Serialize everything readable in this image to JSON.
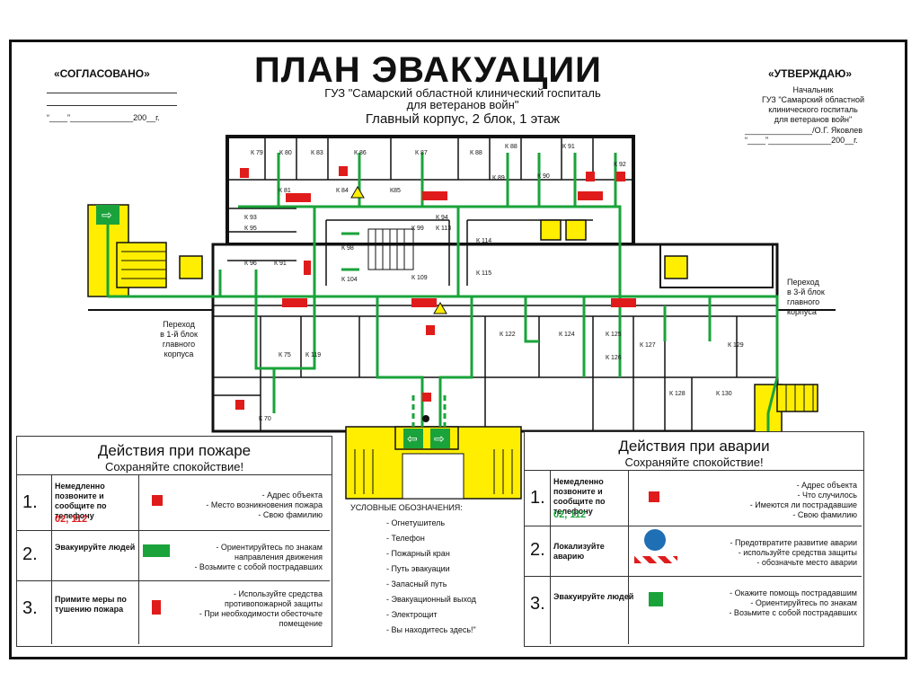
{
  "title": "ПЛАН ЭВАКУАЦИИ",
  "org_line1": "ГУЗ \"Самарский областной клинический госпиталь",
  "org_line2": "для ветеранов войн\"",
  "building_line": "Главный корпус, 2 блок, 1 этаж",
  "agreed": {
    "heading": "«СОГЛАСОВАНО»",
    "line3": "“____”______________200__г."
  },
  "approved": {
    "heading": "«УТВЕРЖДАЮ»",
    "role1": "Начальник",
    "role2": "ГУЗ \"Самарский областной",
    "role3": "клинического госпиталь",
    "role4": "для ветеранов войн\"",
    "sign": "_______________/О.Г. Яковлев",
    "date": "“____”______________200__г."
  },
  "transition_left": [
    "Переход",
    "в 1-й блок",
    "главного",
    "корпуса"
  ],
  "transition_right": [
    "Переход",
    "в 3-й блок",
    "главного",
    "корпуса"
  ],
  "rooms": [
    "К 79",
    "К 80",
    "К 83",
    "К 86",
    "К 87",
    "К 88",
    "К 89",
    "К 90",
    "К 91",
    "К 92",
    "К 81",
    "К 84",
    "К85",
    "К 93",
    "К 94",
    "К 95",
    "К 98",
    "К 99",
    "К 113",
    "К 114",
    "К 96",
    "К 91",
    "К 104",
    "К 109",
    "К 115",
    "К 75",
    "К 119",
    "К 122",
    "К 124",
    "К 125",
    "К 126",
    "К 127",
    "К 129",
    "К 128",
    "К 130",
    "К 70"
  ],
  "fire": {
    "heading": "Действия при пожаре",
    "subheading": "Сохраняйте спокойствие!",
    "steps": [
      {
        "num": "1.",
        "action": "Немедленно позвоните и сообщите по телефону",
        "phone": "02, 112",
        "details": [
          "- Адрес объекта",
          "- Место возникновения пожара",
          "- Свою фамилию"
        ]
      },
      {
        "num": "2.",
        "action": "Эвакуируйте людей",
        "details": [
          "- Ориентируйтесь по знакам",
          "направления движения",
          "- Возьмите с собой пострадавших"
        ]
      },
      {
        "num": "3.",
        "action": "Примите меры по тушению пожара",
        "details": [
          "- Используйте средства",
          "противопожарной защиты",
          "- При необходимости обесточьте",
          "помещение"
        ]
      }
    ]
  },
  "accident": {
    "heading": "Действия при аварии",
    "subheading": "Сохраняйте спокойствие!",
    "steps": [
      {
        "num": "1.",
        "action": "Немедленно позвоните и сообщите по телефону",
        "phone": "02, 112",
        "details": [
          "- Адрес объекта",
          "- Что случилось",
          "- Имеются ли пострадавшие",
          "- Свою фамилию"
        ]
      },
      {
        "num": "2.",
        "action": "Локализуйте аварию",
        "details": [
          "- Предотвратите развитие аварии",
          "- используйте средства защиты",
          "- обозначьте место аварии"
        ]
      },
      {
        "num": "3.",
        "action": "Эвакуируйте людей",
        "details": [
          "- Окажите помощь пострадавшим",
          "- Ориентируйтесь по знакам",
          "- Возьмите с собой пострадавших"
        ]
      }
    ]
  },
  "legend": {
    "heading": "УСЛОВНЫЕ ОБОЗНАЧЕНИЯ:",
    "items": [
      "- Огнетушитель",
      "- Телефон",
      "- Пожарный кран",
      "- Путь эвакуации",
      "- Запасный путь",
      "- Эвакуационный выход",
      "- Электрощит",
      "- Вы находитесь здесь!\""
    ]
  },
  "colors": {
    "green": "#1aa33a",
    "yellow": "#ffee00",
    "red": "#e01b1b",
    "wall": "#111111"
  }
}
